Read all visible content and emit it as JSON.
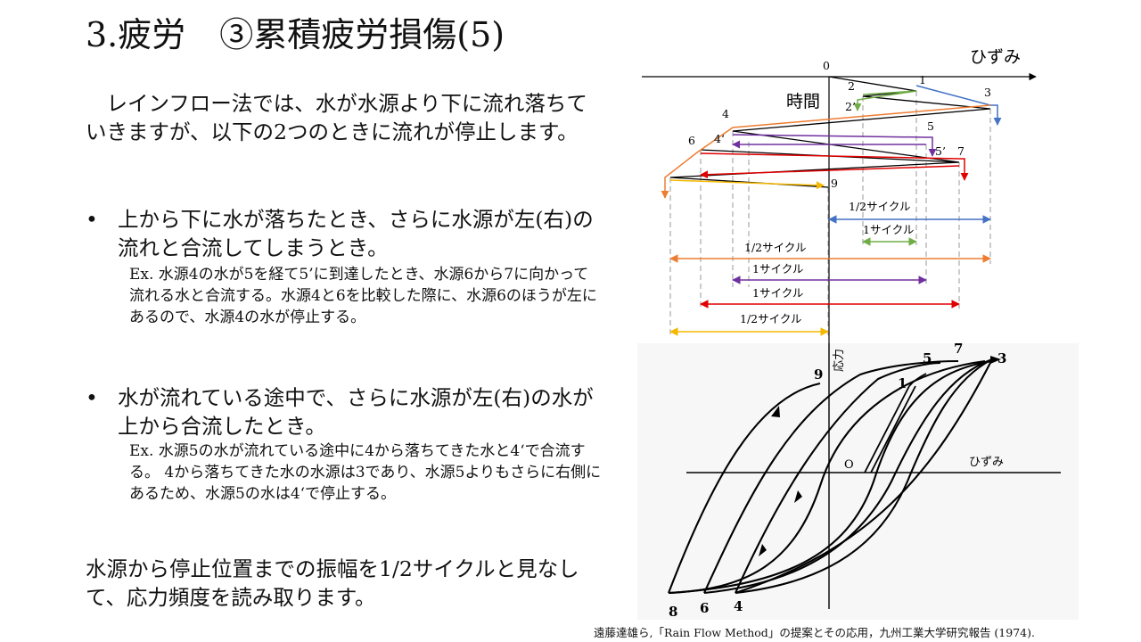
{
  "title": "3.疲労　③累積疲労損傷(5)",
  "intro": "　レインフロー法では、水が水源より下に流れ落ちていきますが、以下の2つのときに流れが停止します。",
  "bullets": [
    {
      "marker": "•",
      "text": "上から下に水が落ちたとき、さらに水源が左(右)の流れと合流してしまうとき。",
      "example": "Ex. 水源4の水が5を経て5’に到達したとき、水源6から7に向かって流れる水と合流する。水源4と6を比較した際に、水源6のほうが左にあるので、水源4の水が停止する。"
    },
    {
      "marker": "•",
      "text": "水が流れている途中で、さらに水源が左(右)の水が上から合流したとき。",
      "example": "Ex. 水源5の水が流れている途中に4から落ちてきた水と4‘で合流する。 4から落ちてきた水の水源は3であり、水源5よりもさらに右側にあるため、水源5の水は4‘で停止する。"
    }
  ],
  "closing": "水源から停止位置までの振幅を1/2サイクルと見なして、応力頻度を読み取ります。",
  "citation": "遠藤達雄ら,「Rain Flow Method」の提案とその応用，九州工業大学研究報告 (1974).",
  "rainflow_diagram": {
    "strain_axis_label": "ひずみ",
    "time_axis_label": "時間",
    "points": {
      "p0": "0",
      "p1": "1",
      "p2": "2",
      "p2p": "2’",
      "p3": "3",
      "p4": "4",
      "p4p": "4‘",
      "p5": "5",
      "p5p": "5’",
      "p6": "6",
      "p7": "7",
      "p9": "9"
    },
    "cycles": [
      {
        "label": "1/2サイクル",
        "color": "#4472c4"
      },
      {
        "label": "1サイクル",
        "color": "#70ad47"
      },
      {
        "label": "1/2サイクル",
        "color": "#ed7d31"
      },
      {
        "label": "1サイクル",
        "color": "#7030a0"
      },
      {
        "label": "1サイクル",
        "color": "#e00000"
      },
      {
        "label": "1/2サイクル",
        "color": "#f5b800"
      }
    ]
  },
  "hysteresis_figure": {
    "stress_axis_label": "応力",
    "strain_axis_label": "ひずみ",
    "origin_label": "O",
    "labels": {
      "n1": "1",
      "n3": "3",
      "n4": "4",
      "n5": "5",
      "n6": "6",
      "n7": "7",
      "n8": "8",
      "n9": "9"
    }
  }
}
